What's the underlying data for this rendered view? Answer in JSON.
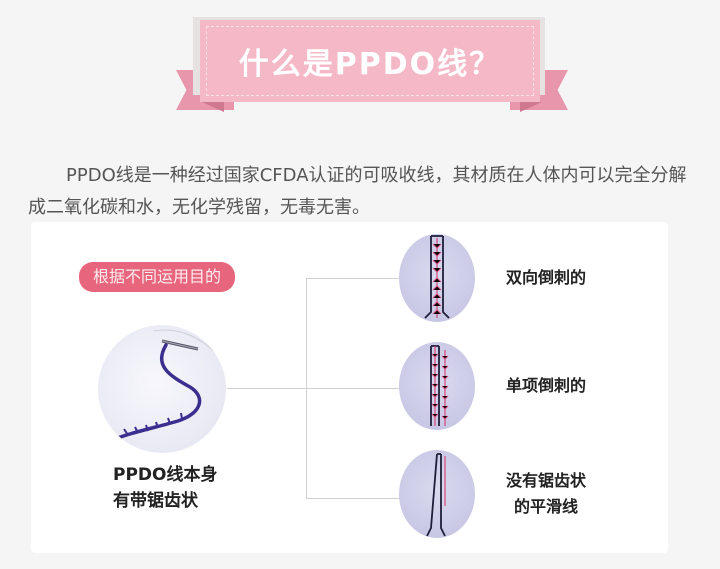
{
  "header": {
    "title": "什么是PPDO线？",
    "ribbon_color": "#f4b8c6",
    "ribbon_tail_color": "#e896ab"
  },
  "intro": {
    "text": "PPDO线是一种经过国家CFDA认证的可吸收线，其材质在人体内可以完全分解成二氧化碳和水，无化学残留，无毒无害。"
  },
  "diagram": {
    "tag_label": "根据不同运用目的",
    "tag_color": "#e8667d",
    "main": {
      "caption_line1": "PPDO线本身",
      "caption_line2": "有带锯齿状",
      "image_icon": "ppdo-thread-needle-image"
    },
    "variants": [
      {
        "label_line1": "双向倒刺的",
        "label_line2": "",
        "image_icon": "bidirectional-barbed-thread-image"
      },
      {
        "label_line1": "单项倒刺的",
        "label_line2": "",
        "image_icon": "unidirectional-barbed-thread-image"
      },
      {
        "label_line1": "没有锯齿状",
        "label_line2": "的平滑线",
        "image_icon": "smooth-thread-image"
      }
    ]
  }
}
